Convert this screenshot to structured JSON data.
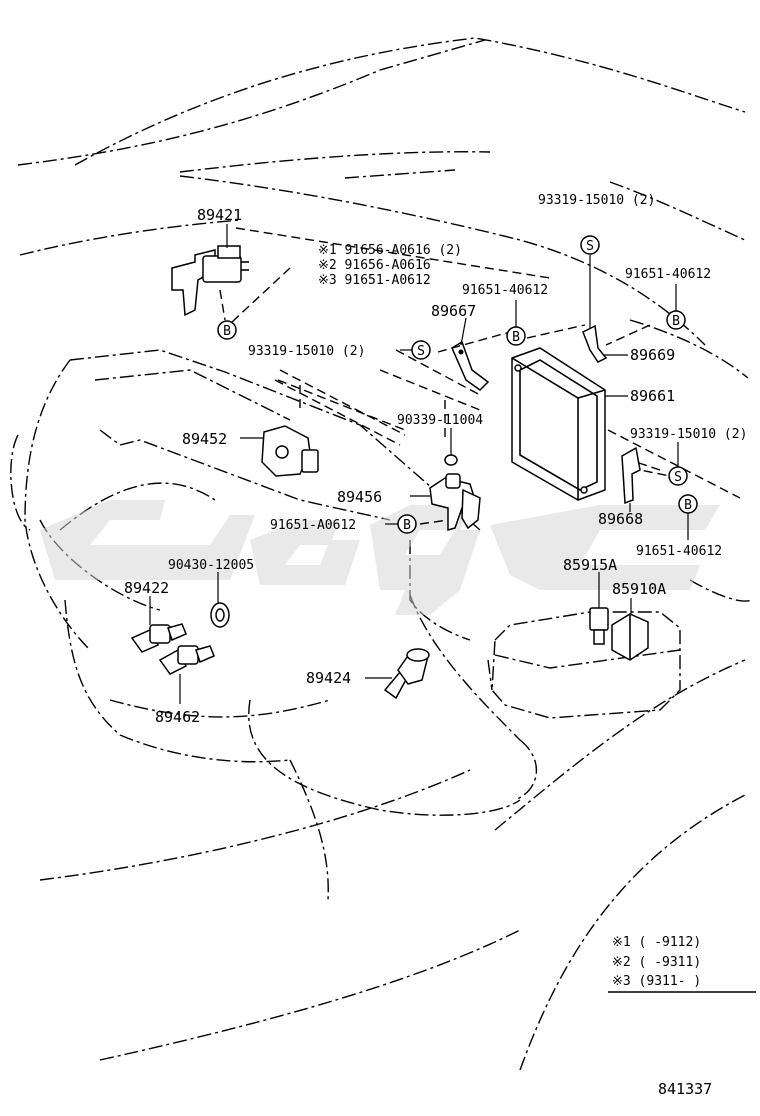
{
  "diagram": {
    "part_labels": [
      {
        "id": "p89421",
        "text": "89421"
      },
      {
        "id": "p89667",
        "text": "89667"
      },
      {
        "id": "p89669",
        "text": "89669"
      },
      {
        "id": "p89661",
        "text": "89661"
      },
      {
        "id": "p89452",
        "text": "89452"
      },
      {
        "id": "p89456",
        "text": "89456"
      },
      {
        "id": "p89668",
        "text": "89668"
      },
      {
        "id": "p89422",
        "text": "89422"
      },
      {
        "id": "p89462",
        "text": "89462"
      },
      {
        "id": "p89424",
        "text": "89424"
      },
      {
        "id": "p85915a",
        "text": "85915A"
      },
      {
        "id": "p85910a",
        "text": "85910A"
      },
      {
        "id": "p90339",
        "text": "90339-11004"
      },
      {
        "id": "p90430",
        "text": "90430-12005"
      },
      {
        "id": "p93319a",
        "text": "93319-15010 (2)"
      },
      {
        "id": "p93319b",
        "text": "93319-15010 (2)"
      },
      {
        "id": "p93319c",
        "text": "93319-15010 (2)"
      },
      {
        "id": "p91651a",
        "text": "91651-40612"
      },
      {
        "id": "p91651b",
        "text": "91651-40612"
      },
      {
        "id": "p91651c",
        "text": "91651-40612"
      },
      {
        "id": "p91651d",
        "text": "91651-A0612"
      }
    ],
    "variant_callout": [
      "※1 91656-A0616 (2)",
      "※2 91656-A0616",
      "※3 91651-A0612"
    ],
    "symbols": {
      "bolt": "B",
      "screw": "S"
    },
    "legend": [
      "※1 (      -9112)",
      "※2 (      -9311)",
      "※3 (9311-      )"
    ],
    "diagram_number": "841337",
    "watermark": "watermark-logo"
  }
}
